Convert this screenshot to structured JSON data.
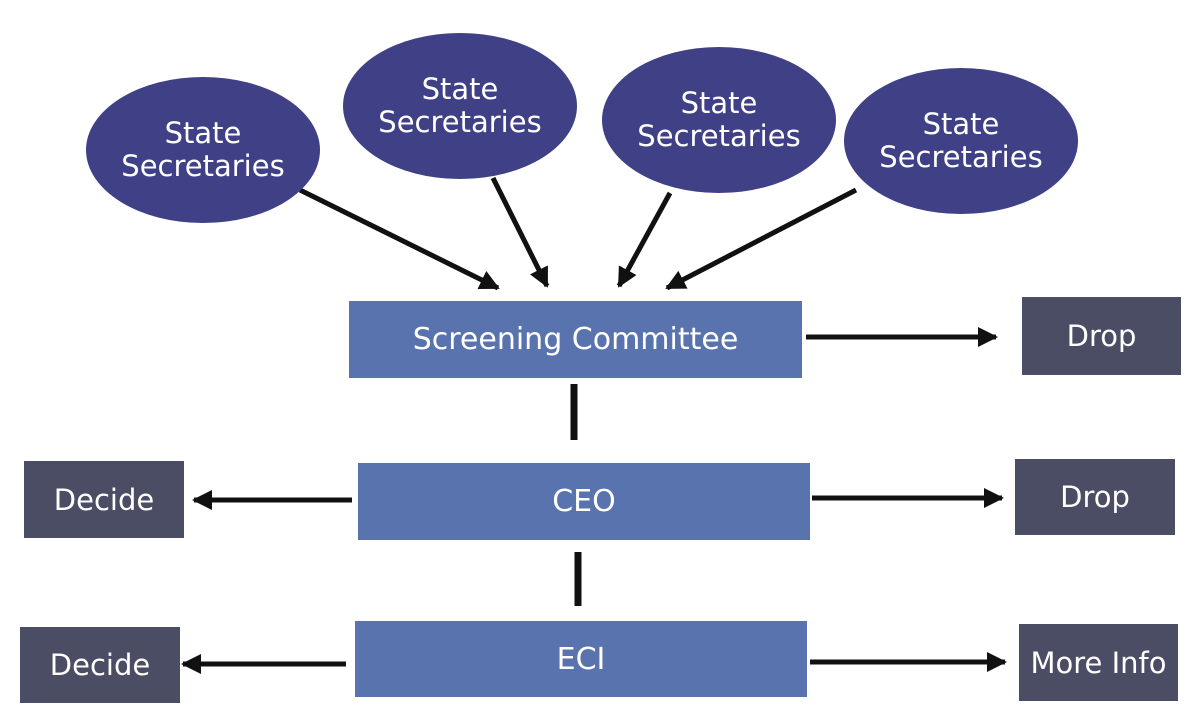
{
  "sources": [
    {
      "label": "State\nSecretaries"
    },
    {
      "label": "State\nSecretaries"
    },
    {
      "label": "State\nSecretaries"
    },
    {
      "label": "State\nSecretaries"
    }
  ],
  "stages": {
    "screening": {
      "label": "Screening Committee",
      "right_outcome": "Drop"
    },
    "ceo": {
      "label": "CEO",
      "left_outcome": "Decide",
      "right_outcome": "Drop"
    },
    "eci": {
      "label": "ECI",
      "left_outcome": "Decide",
      "right_outcome": "More Info"
    }
  },
  "colors": {
    "source_fill": "#3f4086",
    "stage_fill": "#5873ad",
    "outcome_fill": "#4a4d63",
    "text": "#ffffff",
    "connector": "#111111"
  }
}
